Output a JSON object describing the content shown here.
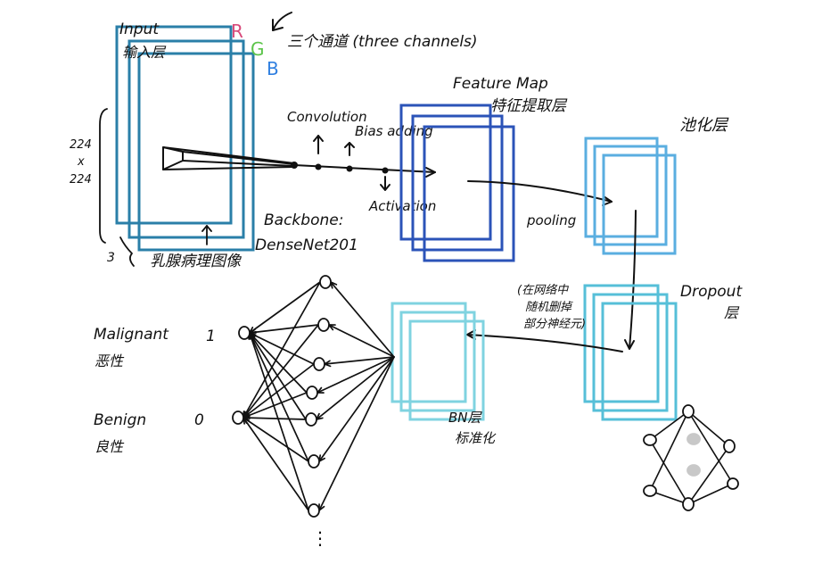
{
  "colors": {
    "input_frames": "#2a7fa8",
    "feature_frames": "#2b53b8",
    "pool_frames": "#5aaee0",
    "dropout_frames": "#56bfd8",
    "bn_frames": "#7fd3e0",
    "ink": "#111111",
    "channel_r": "#d84a7a",
    "channel_g": "#5cc44a",
    "channel_b": "#2f7fe0",
    "hidden_node": "#c8c8c8"
  },
  "input": {
    "title_en": "Input",
    "title_cn": "输入层",
    "size_top": "224",
    "size_x": "x",
    "size_bottom": "224",
    "depth": "3",
    "caption": "乳腺病理图像",
    "channel_r": "R",
    "channel_g": "G",
    "channel_b": "B",
    "channels_note": "三个通道 (three channels)"
  },
  "backbone": {
    "convolution": "Convolution",
    "bias_adding": "Bias adding",
    "activation": "Activation",
    "name_line1": "Backbone:",
    "name_line2": "DenseNet201"
  },
  "feature_map": {
    "title": "Feature Map",
    "subtitle": "特征提取层"
  },
  "pooling": {
    "title_cn": "池化层",
    "label": "pooling"
  },
  "dropout": {
    "title": "Dropout",
    "title_cn": "层",
    "note_line1": "(在网络中",
    "note_line2": "随机删掉",
    "note_line3": "部分神经元)"
  },
  "bn": {
    "title": "BN层",
    "subtitle": "标准化"
  },
  "output": {
    "malignant_en": "Malignant",
    "malignant_cn": "恶性",
    "malignant_value": "1",
    "benign_en": "Benign",
    "benign_cn": "良性",
    "benign_value": "0"
  },
  "dense": {
    "ellipsis": "⋮"
  }
}
